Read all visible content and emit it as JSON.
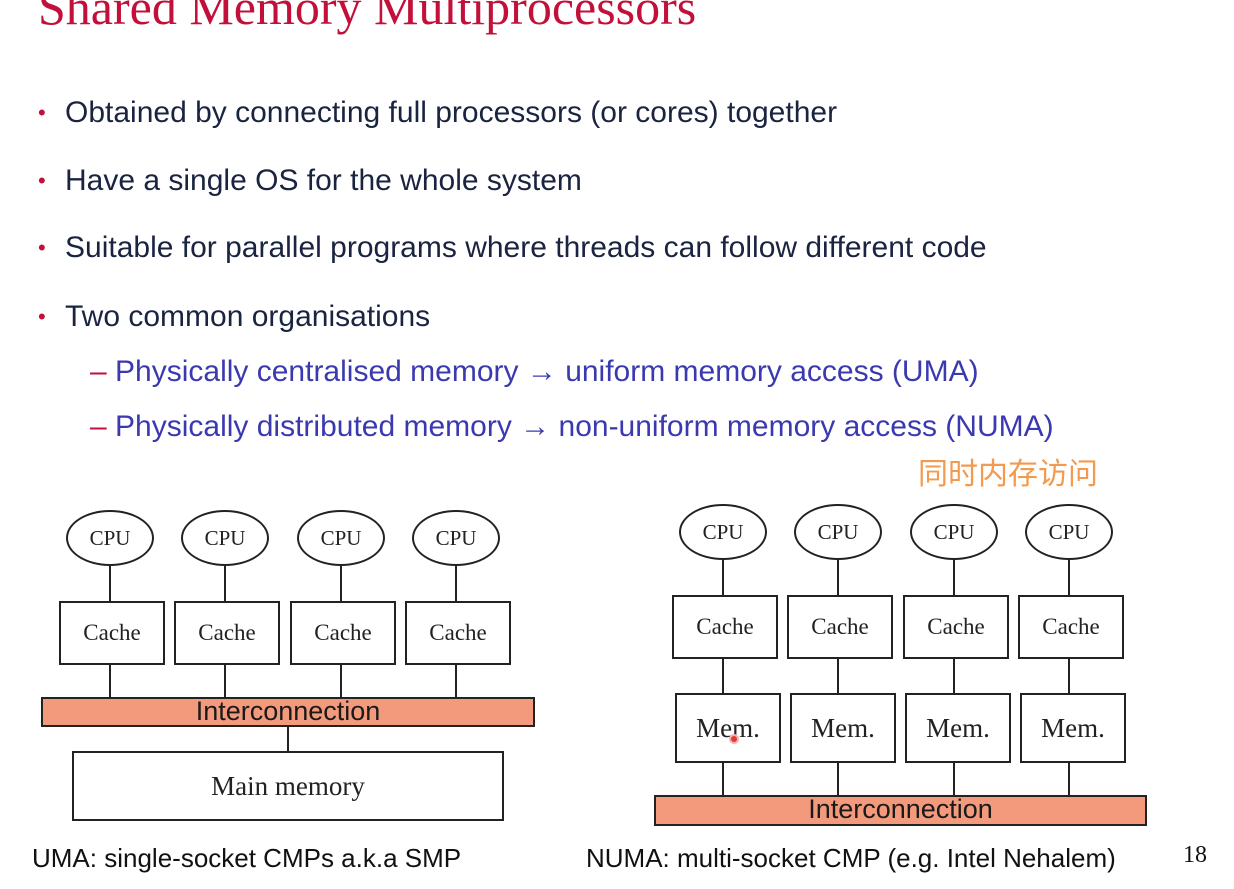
{
  "slide": {
    "title": "Shared Memory Multiprocessors",
    "bullets": [
      "Obtained by connecting full processors (or cores) together",
      "Have a single OS for the whole system",
      "Suitable for parallel programs where threads can follow different code",
      "Two common organisations"
    ],
    "bullet_marker": "•",
    "sub_dash": "–",
    "sub_bullets": [
      {
        "lead": "Physically centralised memory",
        "arrow": "→",
        "rest": "uniform memory access (UMA)"
      },
      {
        "lead": "Physically distributed memory",
        "arrow": "→",
        "rest": "non-uniform memory access (NUMA)"
      }
    ],
    "annotation_cn": "同时内存访问",
    "page_number": "18"
  },
  "uma": {
    "cpu_labels": [
      "CPU",
      "CPU",
      "CPU",
      "CPU"
    ],
    "cache_labels": [
      "Cache",
      "Cache",
      "Cache",
      "Cache"
    ],
    "interconnect_label": "Interconnection",
    "main_memory_label": "Main memory",
    "caption": "UMA: single-socket CMPs a.k.a SMP"
  },
  "numa": {
    "cpu_labels": [
      "CPU",
      "CPU",
      "CPU",
      "CPU"
    ],
    "cache_labels": [
      "Cache",
      "Cache",
      "Cache",
      "Cache"
    ],
    "mem_labels": [
      "Mem.",
      "Mem.",
      "Mem.",
      "Mem."
    ],
    "interconnect_label": "Interconnection",
    "caption": "NUMA: multi-socket CMP (e.g. Intel Nehalem)"
  },
  "colors": {
    "title": "#c2103a",
    "bullet_text": "#1a2340",
    "sub_text": "#3b39b0",
    "annotation": "#f39a4f",
    "interconnect_fill": "#f49a7c"
  }
}
